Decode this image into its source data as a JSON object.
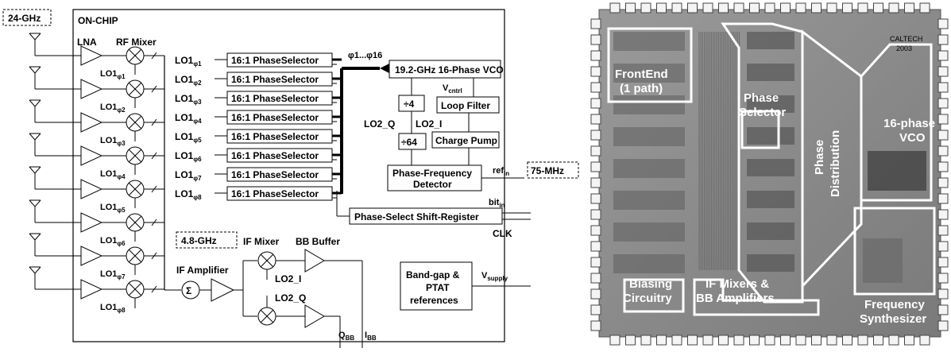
{
  "diagram": {
    "freq_24": "24-GHz",
    "on_chip": "ON-CHIP",
    "lna": "LNA",
    "rf_mixer": "RF Mixer",
    "lo_labels": [
      "LO1φ1",
      "LO1φ2",
      "LO1φ3",
      "LO1φ4",
      "LO1φ5",
      "LO1φ6",
      "LO1φ7",
      "LO1φ8"
    ],
    "lo_main": "LO1",
    "lo_subs": [
      "φ1",
      "φ2",
      "φ3",
      "φ4",
      "φ5",
      "φ6",
      "φ7",
      "φ8"
    ],
    "phase_selector": "16:1 PhaseSelector",
    "phi_range": "φ1...φ16",
    "vco": "19.2-GHz 16-Phase VCO",
    "div4": "÷4",
    "div64": "÷64",
    "loop_filter": "Loop Filter",
    "vcntrl": "V",
    "vcntrl_sub": "cntrl",
    "charge_pump": "Charge Pump",
    "lo2_q": "LO2_Q",
    "lo2_i": "LO2_I",
    "pfd_line1": "Phase-Frequency",
    "pfd_line2": "Detector",
    "ref_in": "ref",
    "ref_sub": "in",
    "freq_75": "75-MHz",
    "bit_in": "bit",
    "bit_sub": "in",
    "shift_register": "Phase-Select Shift-Register",
    "clk": "CLK",
    "freq_48": "4.8-GHz",
    "if_mixer": "IF Mixer",
    "bb_buffer": "BB Buffer",
    "if_amplifier": "IF Amplifier",
    "sigma": "Σ",
    "lo2_i_mix": "LO2_I",
    "lo2_q_mix": "LO2_Q",
    "bandgap_line1": "Band-gap &",
    "bandgap_line2": "PTAT",
    "bandgap_line3": "references",
    "vsupply": "V",
    "vsupply_sub": "supply",
    "q_bb": "Q",
    "q_bb_sub": "BB",
    "i_bb": "I",
    "i_bb_sub": "BB"
  },
  "die_photo": {
    "frontend": "FrontEnd",
    "frontend_sub": "(1 path)",
    "phase_selector_1": "Phase",
    "phase_selector_2": "Selector",
    "phase_distribution_1": "Phase",
    "phase_distribution_2": "Distribution",
    "vco_1": "16-phase",
    "vco_2": "VCO",
    "biasing_1": "Biasing",
    "biasing_2": "Circuitry",
    "if_mixers_1": "IF Mixers &",
    "if_mixers_2": "BB Amplifiers",
    "freq_synth_1": "Frequency",
    "freq_synth_2": "Synthesizer",
    "caltech_1": "CALTECH",
    "caltech_2": "2003"
  }
}
